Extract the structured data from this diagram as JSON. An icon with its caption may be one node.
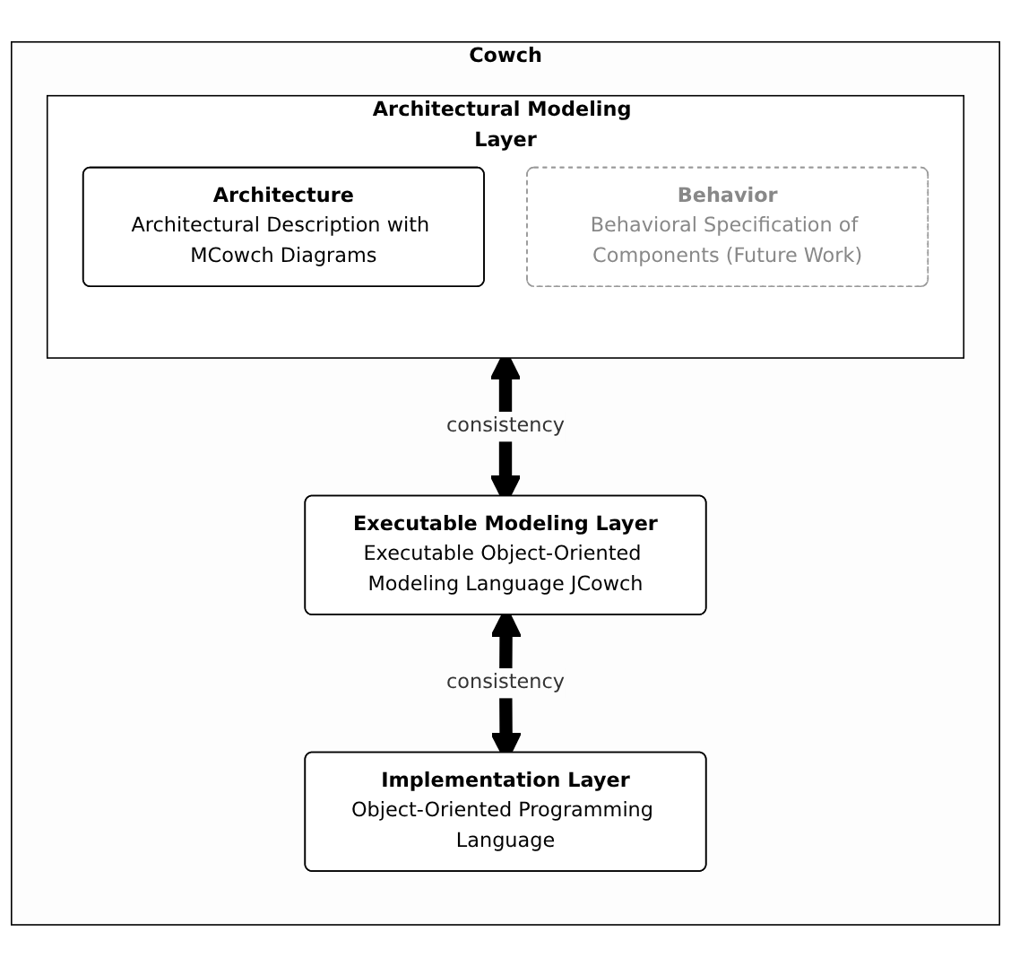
{
  "diagram": {
    "nodes": [
      {
        "text": [
          "Cowch"
        ]
      },
      {
        "text": [
          "Architectural Modeling Layer"
        ],
        "in": 0
      },
      {
        "text": [
          "Architecture",
          "Architectural Description with MCowch Diagrams"
        ],
        "in": 1
      },
      {
        "text": [
          "Behavior",
          "Behavioral Specification of Components (Future Work)"
        ],
        "in": 1
      },
      {
        "text": [
          "Executable Modeling Layer",
          "Executable Object-Oriented Modeling Language JCowch"
        ],
        "in": 0
      },
      {
        "text": [
          "Implementation Layer",
          "Object-Oriented Programming Language"
        ],
        "in": 0
      }
    ],
    "edges": [
      {
        "from": 1,
        "to": 4,
        "arrow": "both",
        "label": "consistency"
      },
      {
        "from": 4,
        "to": 5,
        "arrow": "both",
        "label": "consistency"
      }
    ]
  }
}
